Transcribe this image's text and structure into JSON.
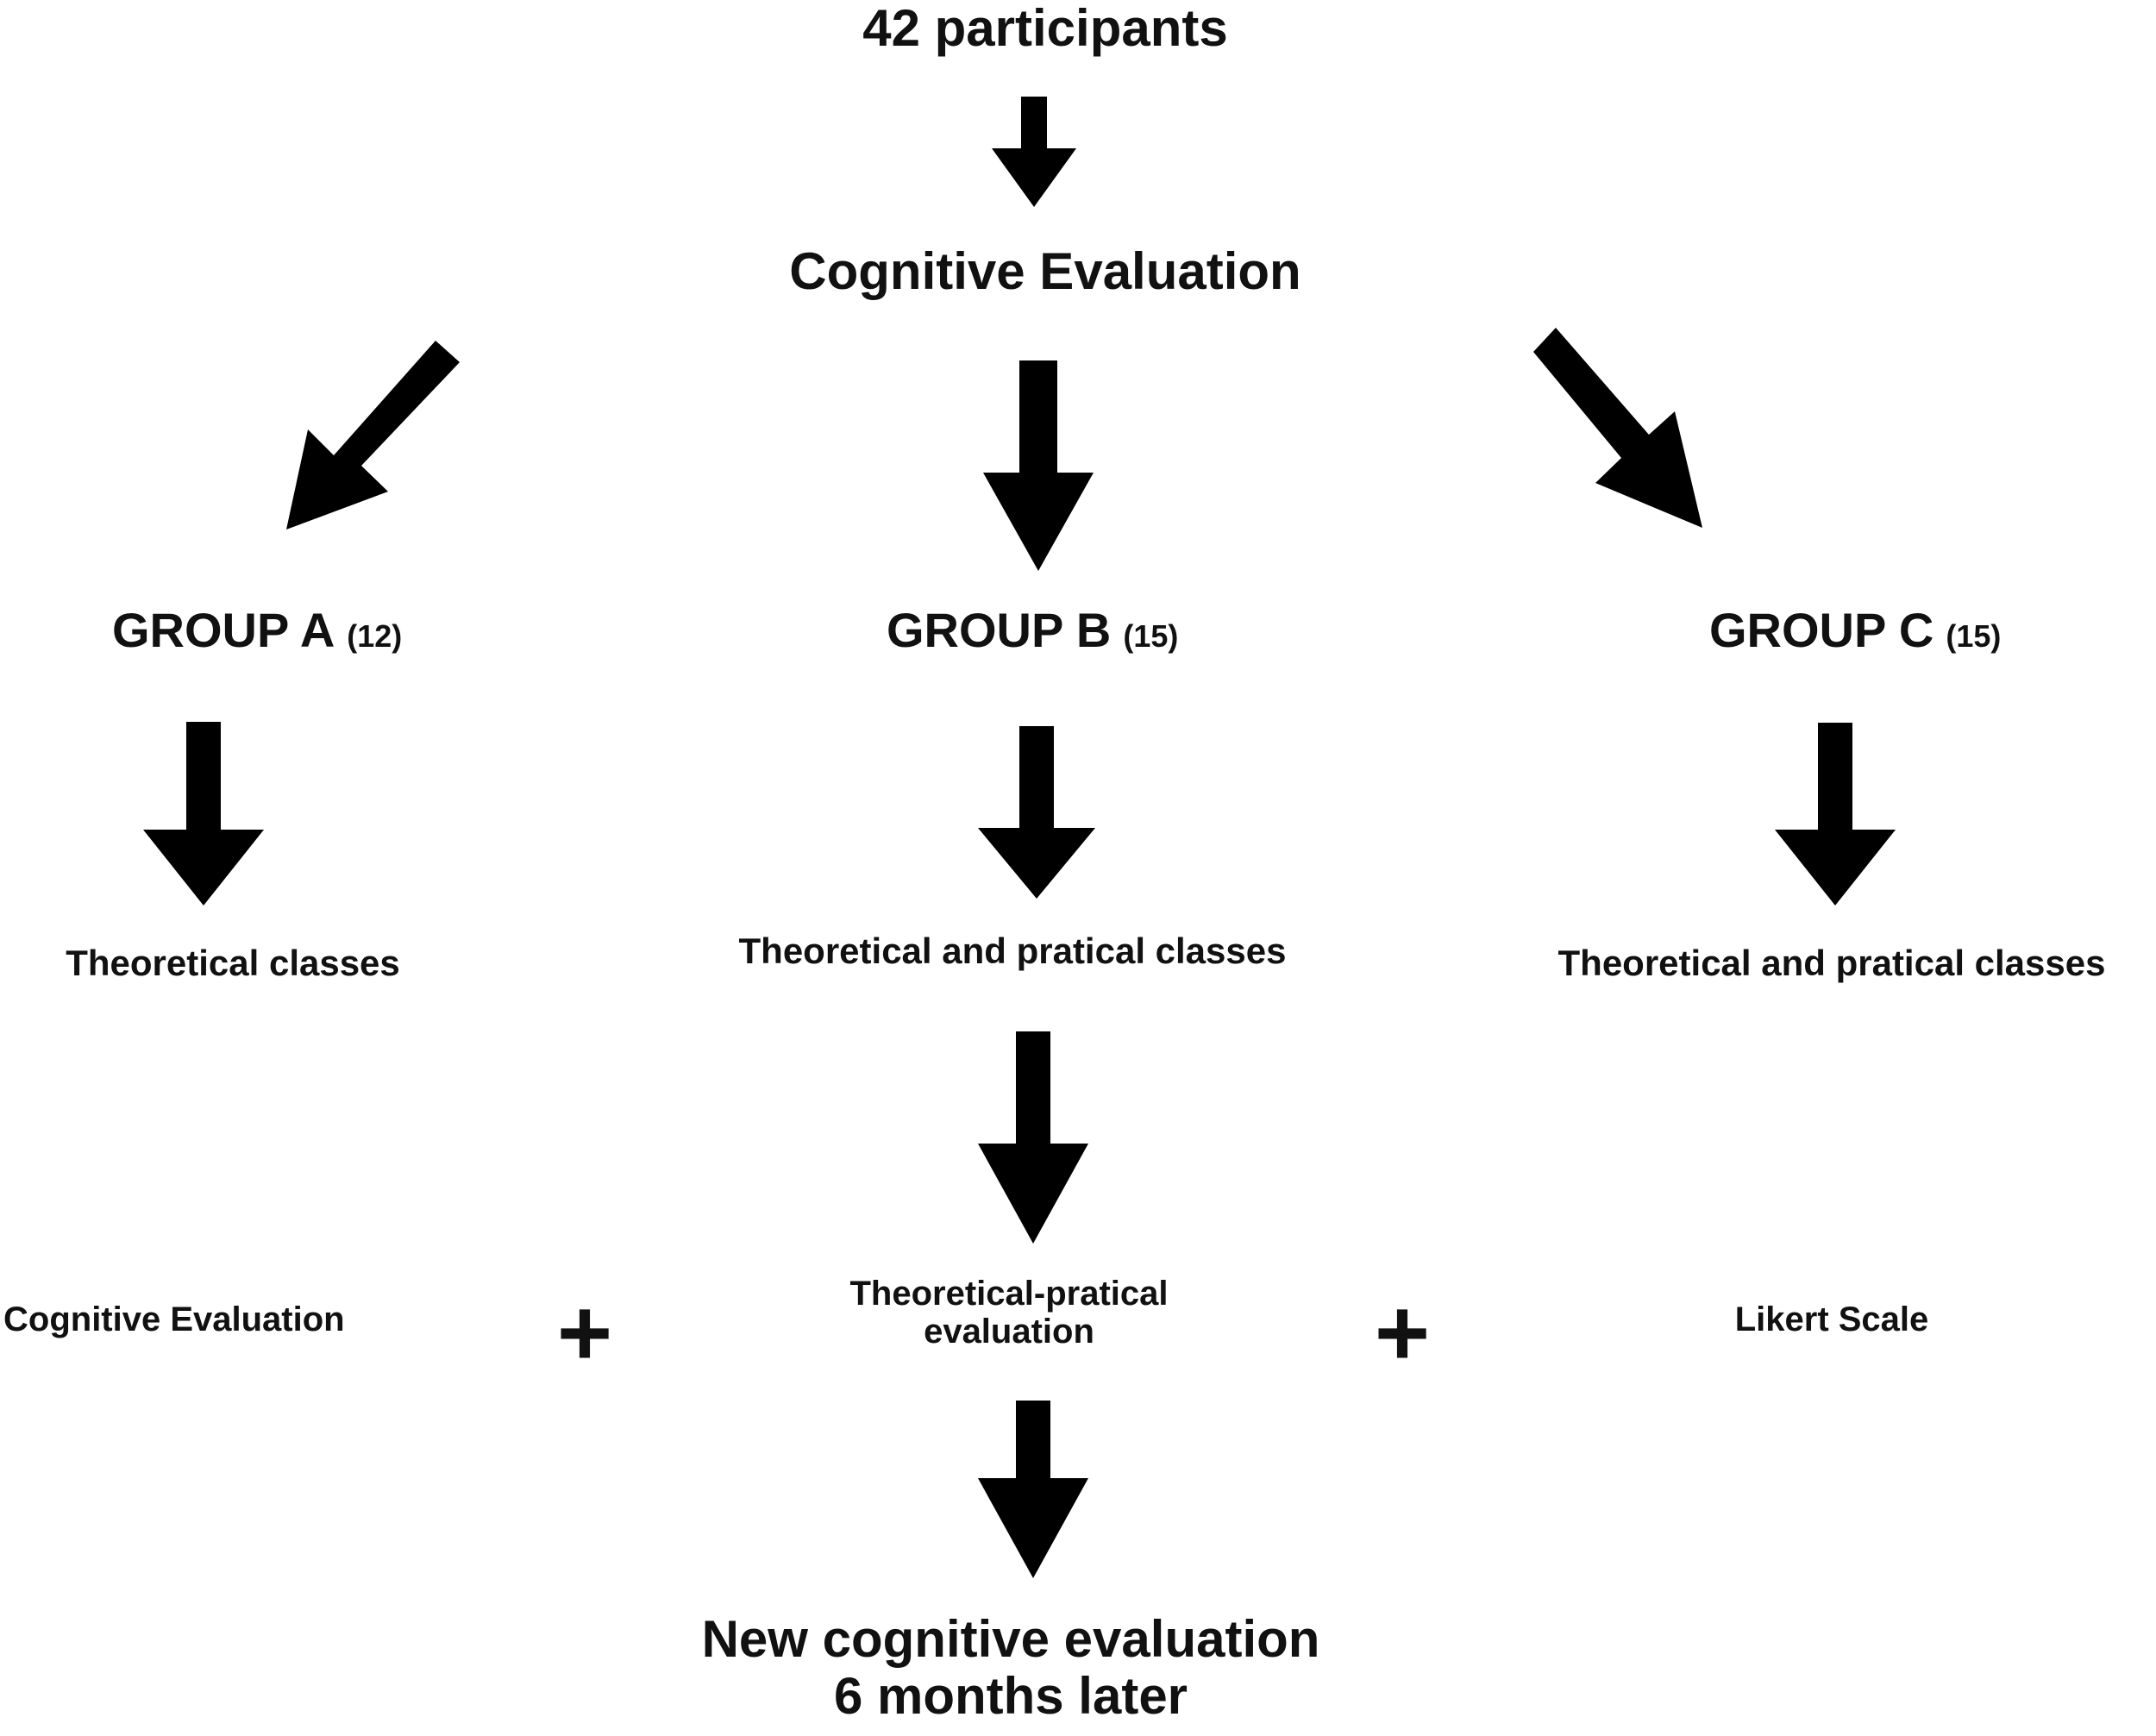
{
  "nodes": {
    "participants": "42 participants",
    "cognitive_evaluation": "Cognitive Evaluation",
    "group_a": {
      "label": "GROUP A",
      "count": "(12)"
    },
    "group_b": {
      "label": "GROUP B",
      "count": "(15)"
    },
    "group_c": {
      "label": "GROUP C",
      "count": "(15)"
    },
    "classes_a": "Theoretical classes",
    "classes_b": "Theoretical and pratical classes",
    "classes_c": "Theoretical and pratical classes",
    "eval_cognitive": "Cognitive Evaluation",
    "eval_theoretical_line1": "Theoretical-pratical",
    "eval_theoretical_line2": "evaluation",
    "eval_likert": "Likert Scale",
    "plus_symbol": "+",
    "final_line1": "New cognitive evaluation",
    "final_line2": "6 months later"
  },
  "colors": {
    "arrow": "#000000",
    "text": "#111111",
    "background": "#ffffff"
  }
}
